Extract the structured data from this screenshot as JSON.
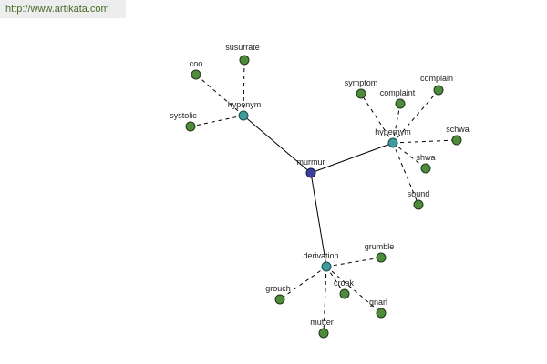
{
  "watermark": "http://www.artikata.com",
  "colors": {
    "leaf": "#4f8a3d",
    "hub": "#3f9c9c",
    "root": "#3a3f9a"
  },
  "graph": {
    "root": "murmur",
    "hubs": [
      {
        "label": "hyponym",
        "leaves": [
          "coo",
          "susurrate",
          "systolic"
        ]
      },
      {
        "label": "hypernym",
        "leaves": [
          "symptom",
          "complaint",
          "complain",
          "schwa",
          "shwa",
          "sound"
        ]
      },
      {
        "label": "derivation",
        "leaves": [
          "grumble",
          "grouch",
          "croak",
          "gnarl",
          "mutter"
        ]
      }
    ]
  }
}
